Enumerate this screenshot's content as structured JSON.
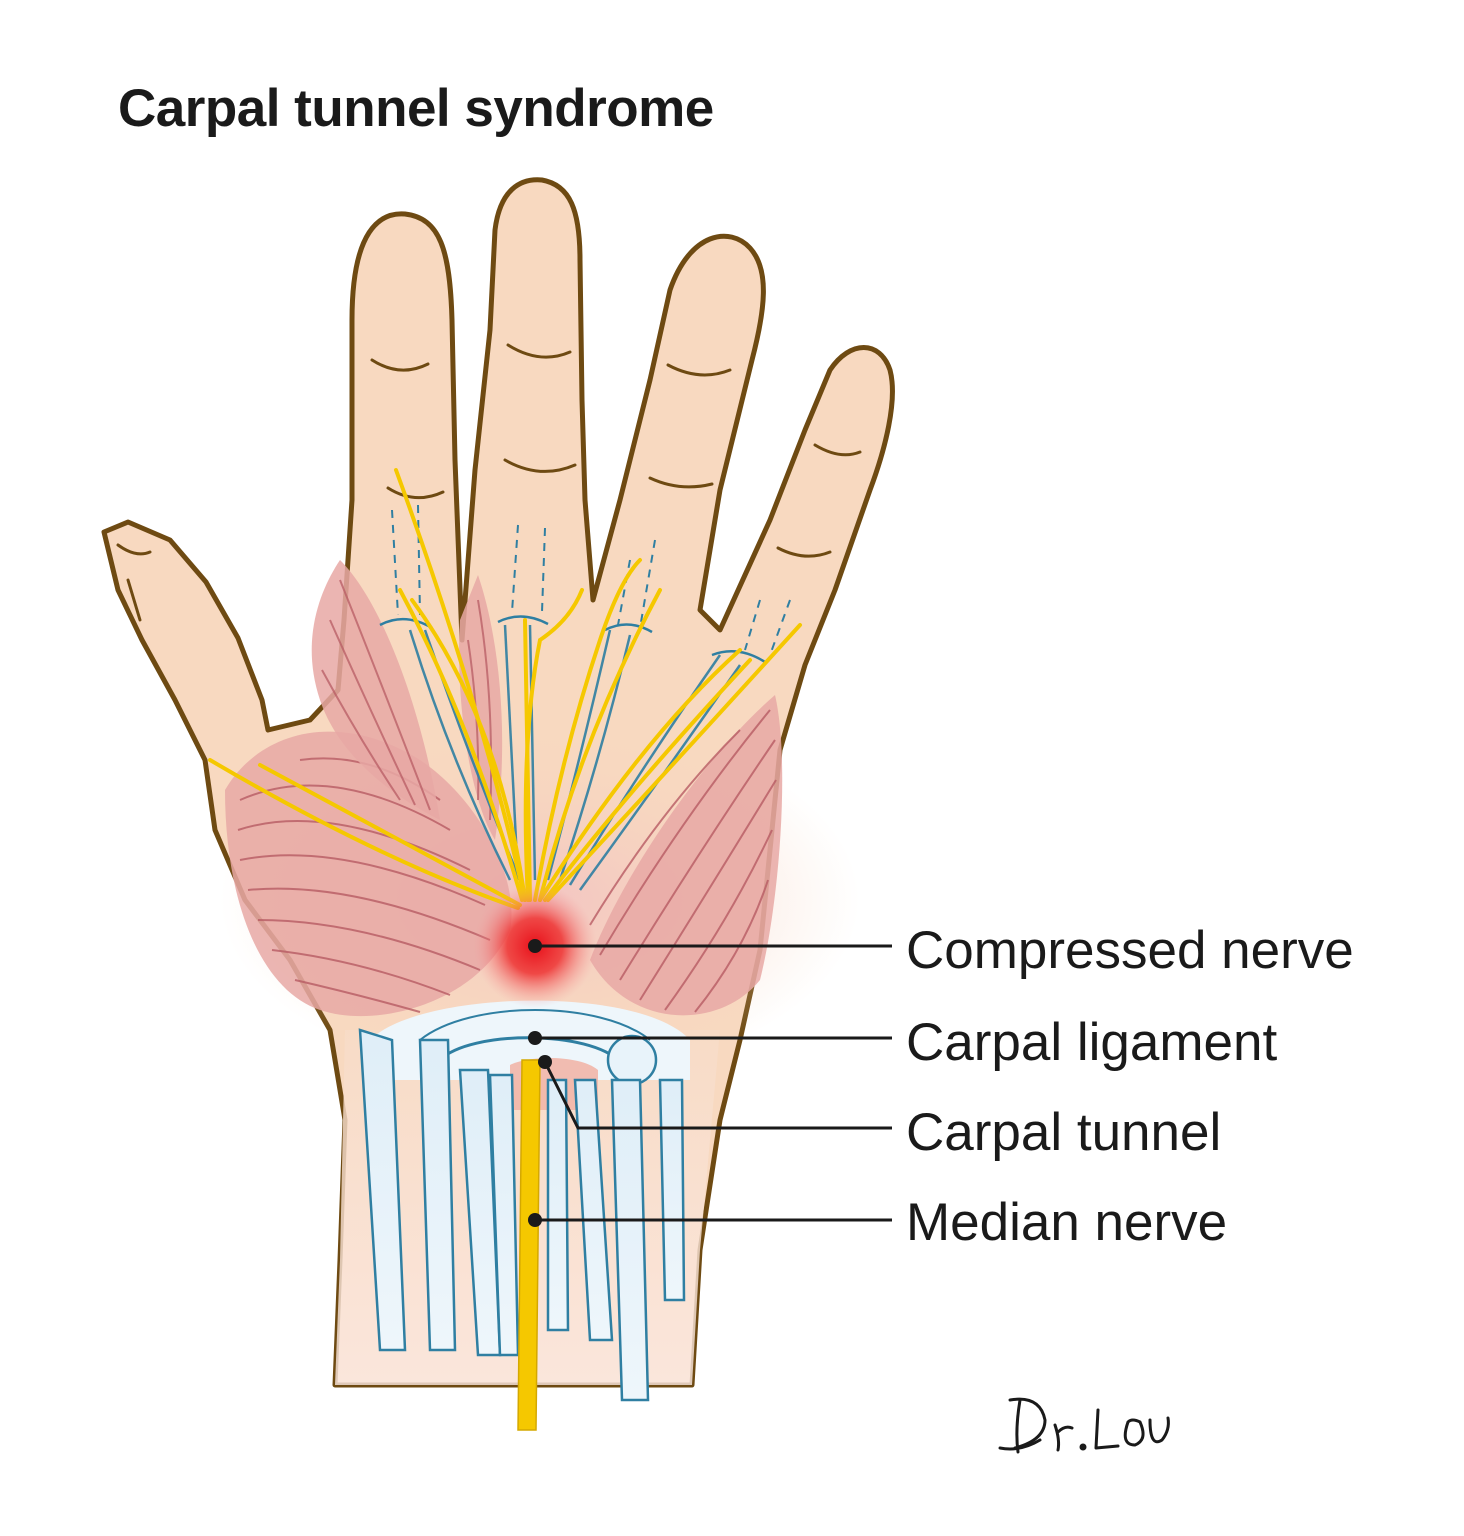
{
  "title": "Carpal tunnel syndrome",
  "labels": {
    "compressed_nerve": "Compressed nerve",
    "carpal_ligament": "Carpal ligament",
    "carpal_tunnel": "Carpal tunnel",
    "median_nerve": "Median nerve"
  },
  "signature": "Dr. Lou",
  "colors": {
    "skin": "#f8d9c0",
    "outline": "#6e4a12",
    "muscle": "#e8a8a4",
    "muscle_line": "#b85c64",
    "nerve": "#f5c800",
    "tendon": "#e8f3fa",
    "tendon_line": "#2f7fa2",
    "inflammation": "#e8101a",
    "text": "#1a1a1a"
  }
}
